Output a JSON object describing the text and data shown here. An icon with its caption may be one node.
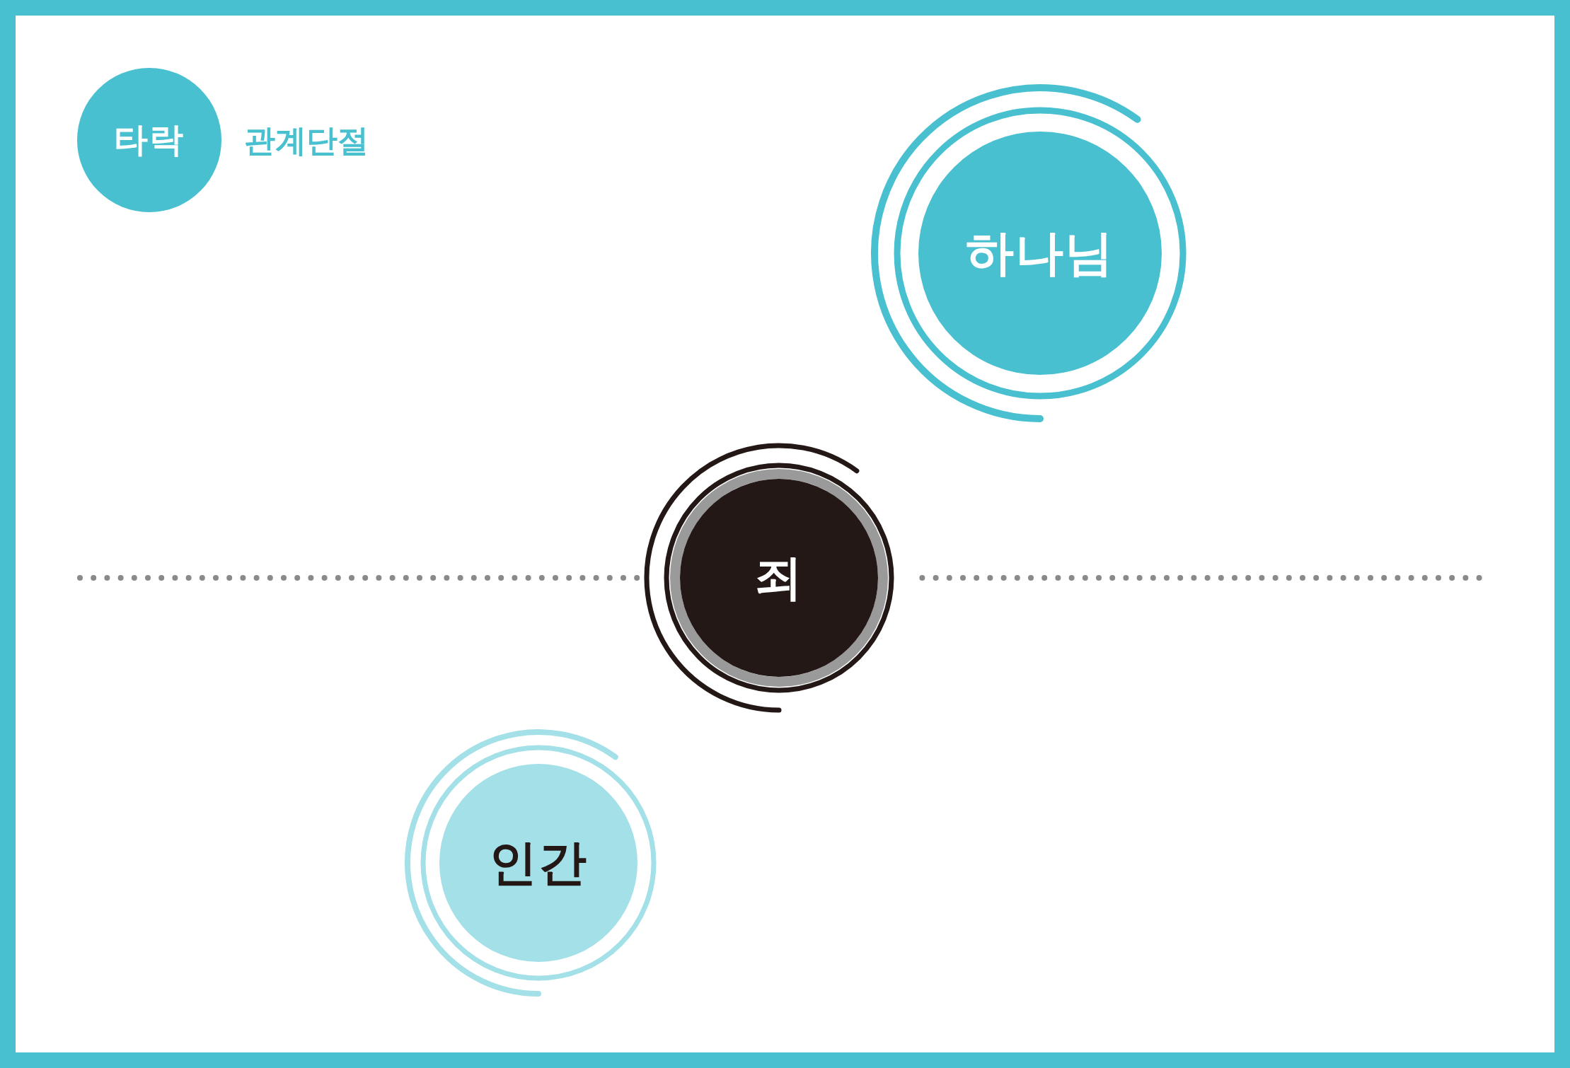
{
  "diagram": {
    "nodes": [
      {
        "text": [
          "타락"
        ],
        "beside": [
          "관계단절"
        ]
      },
      {
        "text": [
          "하나님"
        ]
      },
      {
        "text": [
          "죄"
        ]
      },
      {
        "text": [
          "인간"
        ]
      }
    ]
  }
}
